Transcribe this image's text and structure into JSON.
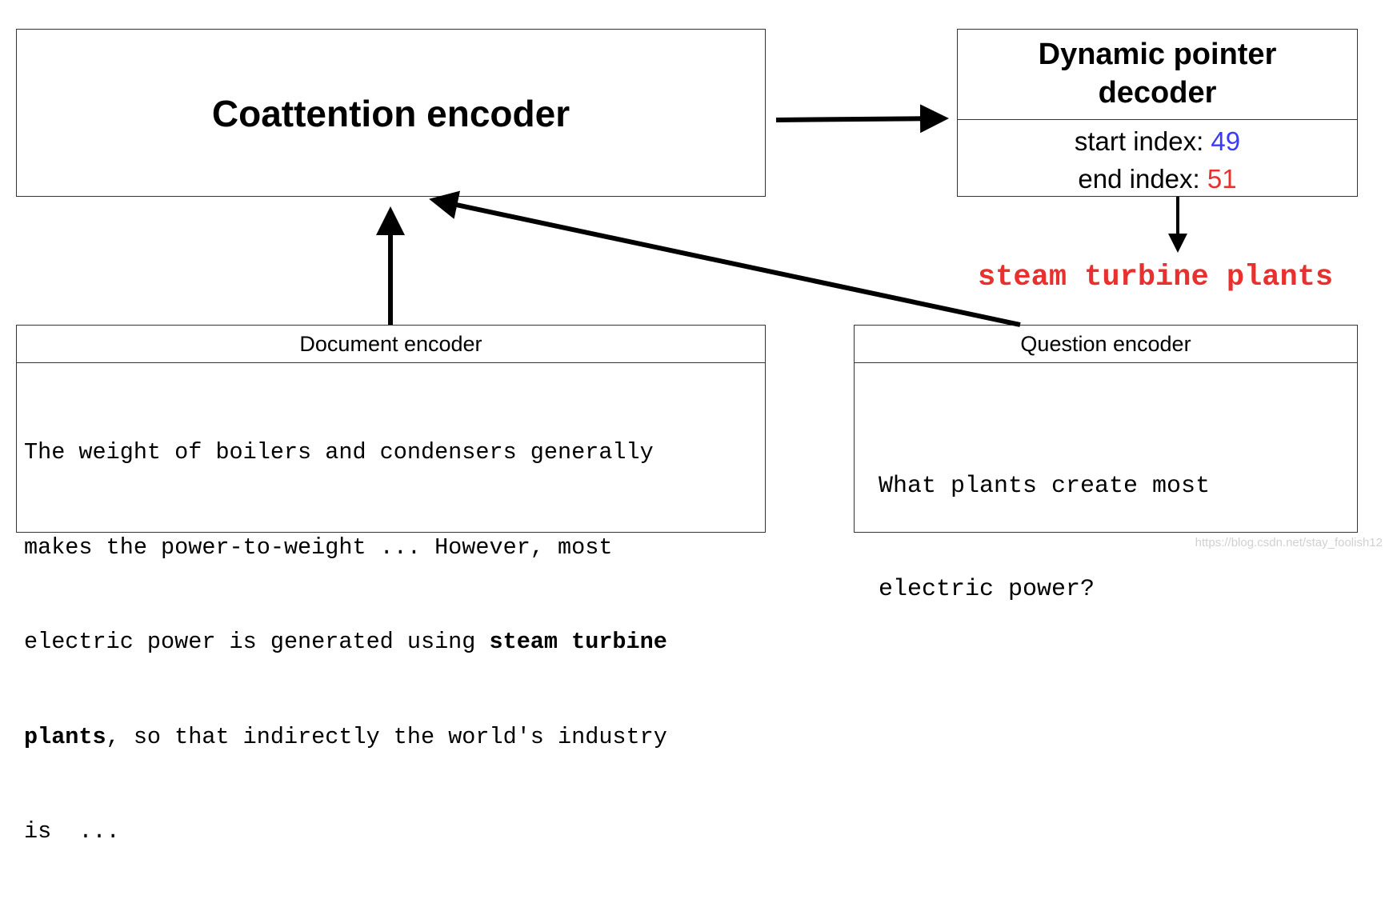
{
  "coattention": {
    "title": "Coattention encoder"
  },
  "decoder": {
    "title_line1": "Dynamic pointer",
    "title_line2": "decoder",
    "start_label": "start index: ",
    "start_value": "49",
    "end_label": "end index: ",
    "end_value": "51"
  },
  "answer": {
    "text": "steam turbine plants",
    "color": "#e8302e"
  },
  "document": {
    "header": "Document encoder",
    "line1": "The weight of boilers and condensers generally",
    "line2": "makes the power-to-weight ... However, most",
    "line3_pre": "electric power is generated using ",
    "line3_bold": "steam turbine",
    "line4_bold": "plants",
    "line4_post": ", so that indirectly the world's industry",
    "line5": "is  ..."
  },
  "question": {
    "header": "Question encoder",
    "line1": "What plants create most",
    "line2": "electric power?"
  },
  "watermark": "https://blog.csdn.net/stay_foolish12"
}
